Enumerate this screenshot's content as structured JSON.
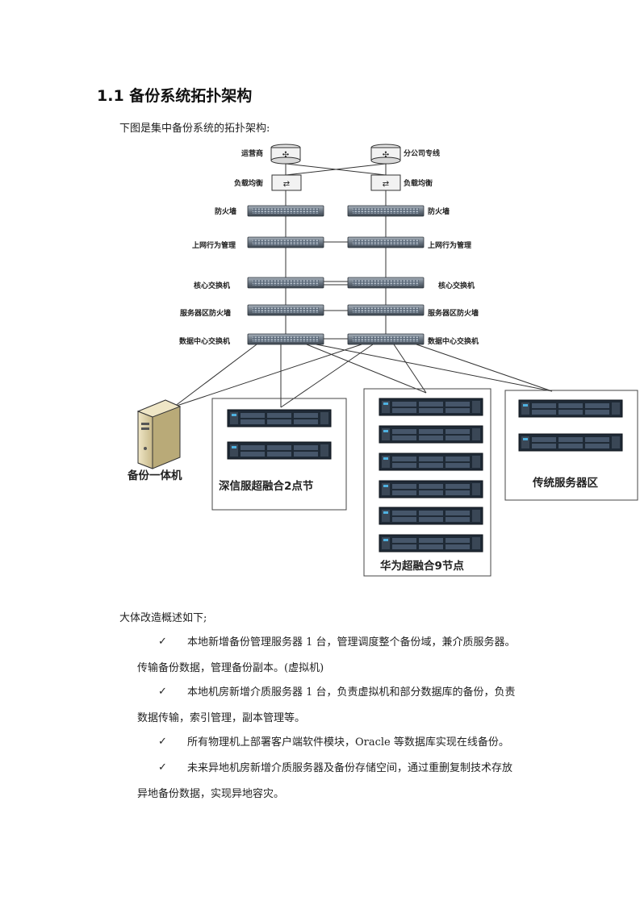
{
  "section": {
    "number": "1.1",
    "title": "备份系统拓扑架构"
  },
  "intro": "下图是集中备份系统的拓扑架构:",
  "diagram": {
    "top_left": "运营商",
    "top_right": "分公司专线",
    "lb_left": "负载均衡",
    "lb_right": "负载均衡",
    "fw_left": "防火墙",
    "fw_right": "防火墙",
    "beh_left": "上网行为管理",
    "beh_right": "上网行为管理",
    "core_left": "核心交换机",
    "core_right": "核心交换机",
    "sfw_left": "服务器区防火墙",
    "sfw_right": "服务器区防火墙",
    "dc_left": "数据中心交换机",
    "dc_right": "数据中心交换机",
    "backup_machine": "备份一体机",
    "group1": "深信服超融合2点节",
    "group2": "华为超融合9节点",
    "group3": "传统服务器区"
  },
  "summary_intro": "大体改造概述如下;",
  "bullets": [
    {
      "line1": "本地新增备份管理服务器 1 台，管理调度整个备份域，兼介质服务器。",
      "line2": "传输备份数据，管理备份副本。(虚拟机)"
    },
    {
      "line1": "本地机房新增介质服务器 1 台，负责虚拟机和部分数据库的备份，负责",
      "line2": "数据传输，索引管理，副本管理等。"
    },
    {
      "line1": "所有物理机上部署客户端软件模块，Oracle 等数据库实现在线备份。",
      "line2": ""
    },
    {
      "line1": "未来异地机房新增介质服务器及备份存储空间，通过重删复制技术存放",
      "line2": "异地备份数据，实现异地容灾。"
    }
  ],
  "check_symbol": "✓"
}
